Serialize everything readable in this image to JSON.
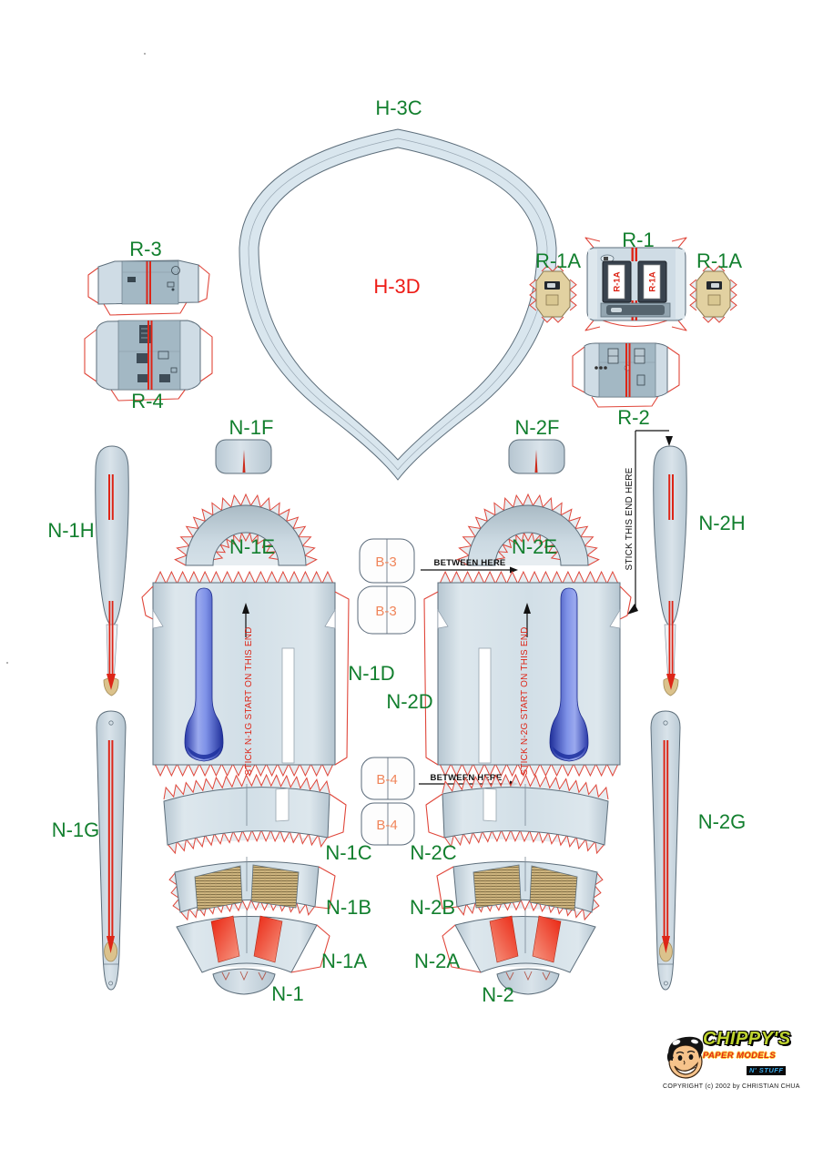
{
  "labels": {
    "h3c": "H-3C",
    "h3d": "H-3D",
    "r3": "R-3",
    "r4": "R-4",
    "r1": "R-1",
    "r1a_left": "R-1A",
    "r1a_right": "R-1A",
    "r1_sticker": "R-1A",
    "r2": "R-2",
    "n1f": "N-1F",
    "n2f": "N-2F",
    "n1h": "N-1H",
    "n2h": "N-2H",
    "n1e": "N-1E",
    "n2e": "N-2E",
    "b3": "B-3",
    "b4": "B-4",
    "n1d": "N-1D",
    "n2d": "N-2D",
    "n1c": "N-1C",
    "n2c": "N-2C",
    "n1b": "N-1B",
    "n2b": "N-2B",
    "n1a": "N-1A",
    "n2a": "N-2A",
    "n1": "N-1",
    "n2": "N-2",
    "n1g": "N-1G",
    "n2g": "N-2G"
  },
  "annotations": {
    "between_here": "BETWEEN HERE",
    "stick_this_end_here": "STICK THIS END HERE",
    "stick_n1g": "STICK N-1G START ON THIS END",
    "stick_n2g": "STICK N-2G START ON THIS END"
  },
  "logo": {
    "brand": "CHIPPY'S",
    "tagline": "PAPER MODELS",
    "tagline2": "N' STUFF",
    "copyright": "COPYRIGHT (c) 2002 by CHRISTIAN CHUA"
  },
  "colors": {
    "label_green": "#127f2e",
    "label_red": "#ee1c16",
    "label_orange": "#f0855a",
    "part_fill": "#cfdce5",
    "part_outline": "#5d6e7b",
    "tab_red": "#e0463a",
    "stripe_red": "#dd2517",
    "rod_blue": "#3a4cc0",
    "weave_tan": "#cdb47e",
    "tip_tan": "#dbc28c"
  }
}
